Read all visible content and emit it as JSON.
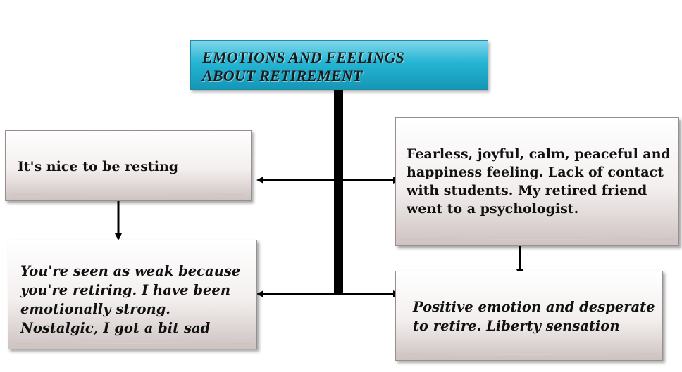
{
  "title": "EMOTIONS AND FEELINGS\nABOUT RETIREMENT",
  "nodes": {
    "resting": "It's nice to be resting",
    "weak": "You're seen as weak because you're retiring. I have been emotionally strong. Nostalgic, I got a bit sad",
    "fearless": "Fearless, joyful, calm, peaceful and happiness feeling. Lack of contact with students. My retired friend went to a psychologist.",
    "positive": "Positive emotion and desperate to retire. Liberty sensation"
  },
  "colors": {
    "title_fill": "#25b5d4",
    "box_fill_bottom": "#cdc3c1",
    "connector": "#000000"
  }
}
